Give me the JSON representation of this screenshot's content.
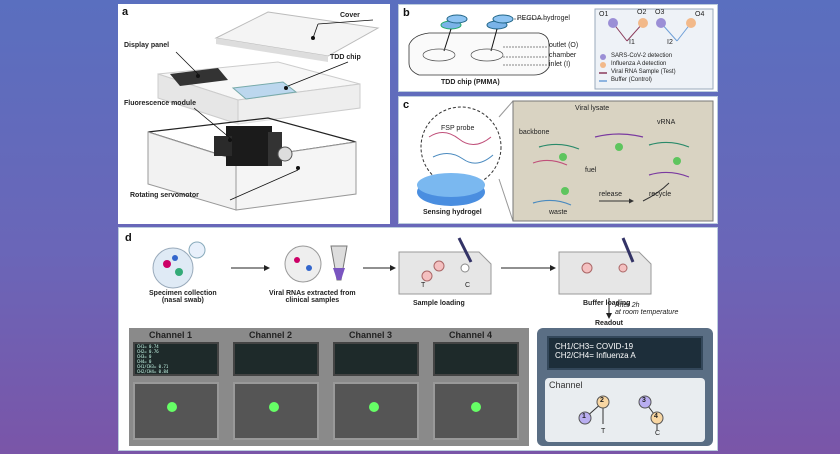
{
  "panel_a": {
    "label": "a",
    "callouts": [
      "Cover",
      "Display panel",
      "TDD chip",
      "Fluorescence module",
      "Rotating servomotor"
    ]
  },
  "panel_b": {
    "label": "b",
    "hydrogel": "PEGDA hydrogel",
    "outlet": "outlet (O)",
    "chamber": "chamber",
    "inlet": "inlet (I)",
    "chip": "TDD chip (PMMA)",
    "nodes": [
      "O1",
      "O2",
      "O3",
      "O4",
      "I1",
      "I2"
    ],
    "legend": [
      {
        "text": "SARS-CoV-2 detection",
        "color": "#9b8fd6"
      },
      {
        "text": "Influenza A detection",
        "color": "#f2b98a"
      },
      {
        "text": "Viral RNA Sample (Test)",
        "color": "#8a3a5a"
      },
      {
        "text": "Buffer (Control)",
        "color": "#6fa0d8"
      }
    ]
  },
  "panel_c": {
    "label": "c",
    "fsp": "FSP probe",
    "sensing": "Sensing hydrogel",
    "lysate": "Viral lysate",
    "vrna": "vRNA",
    "backbone": "backbone",
    "fuel": "fuel",
    "release": "release",
    "waste": "waste",
    "recycle": "recycle"
  },
  "panel_d": {
    "label": "d",
    "steps": [
      "Specimen collection\n(nasal swab)",
      "Viral RNAs extracted from\nclinical samples",
      "Sample loading",
      "Buffer loading"
    ],
    "chip_t": "T",
    "chip_c": "C",
    "after": "After 2h\nat room temperature",
    "readout": "Readout",
    "channels": [
      "Channel 1",
      "Channel 2",
      "Channel 3",
      "Channel 4"
    ],
    "screen_lines": [
      "CH1=   0.74",
      "CH2=   0.76",
      "CH3=   0",
      "CH4=   0",
      "CH1/CH3=  0.71",
      "CH2/CH4=  0.84"
    ],
    "readout_box": [
      "CH1/CH3= COVID-19",
      "CH2/CH4= Influenza A"
    ],
    "channel_title": "Channel",
    "channel_nums": [
      "1",
      "2",
      "3",
      "4"
    ],
    "channel_tc": [
      "T",
      "C"
    ]
  }
}
